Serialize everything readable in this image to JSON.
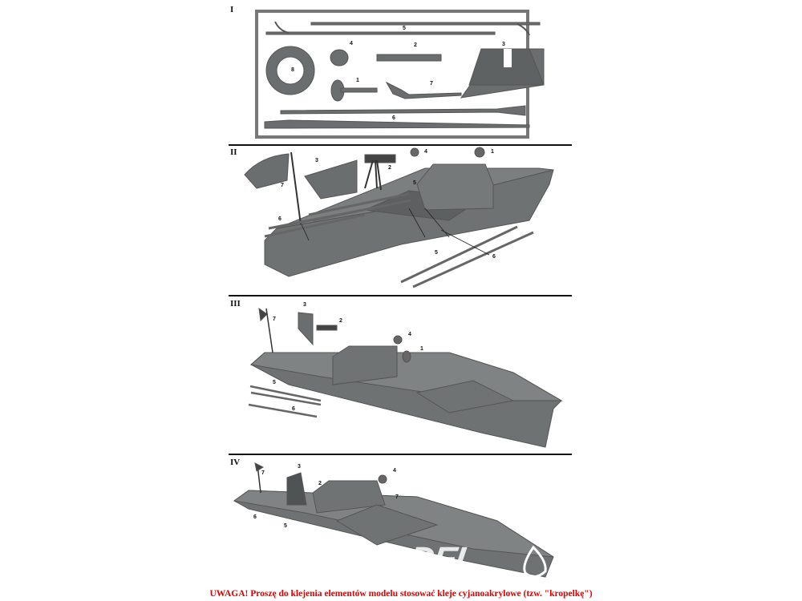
{
  "steps": [
    "I",
    "II",
    "III",
    "IV"
  ],
  "sprue_labels": [
    "5",
    "4",
    "2",
    "3",
    "8",
    "1",
    "7",
    "6"
  ],
  "step2_labels": [
    "7",
    "3",
    "2",
    "4",
    "1",
    "6",
    "5",
    "5",
    "6"
  ],
  "step3_labels": [
    "7",
    "3",
    "2",
    "4",
    "1",
    "5",
    "6"
  ],
  "step4_labels": [
    "7",
    "3",
    "2",
    "4",
    "7",
    "6",
    "5"
  ],
  "warning": "UWAGA! Proszę do klejenia elementów modelu stosować kleje cyjanoakrylowe (tzw. \"kropelkę\")",
  "watermark": "ODEL",
  "colors": {
    "part": "#6b6e6f",
    "hull": "#6f7273",
    "deck": "#808384",
    "warning": "#e00000"
  }
}
